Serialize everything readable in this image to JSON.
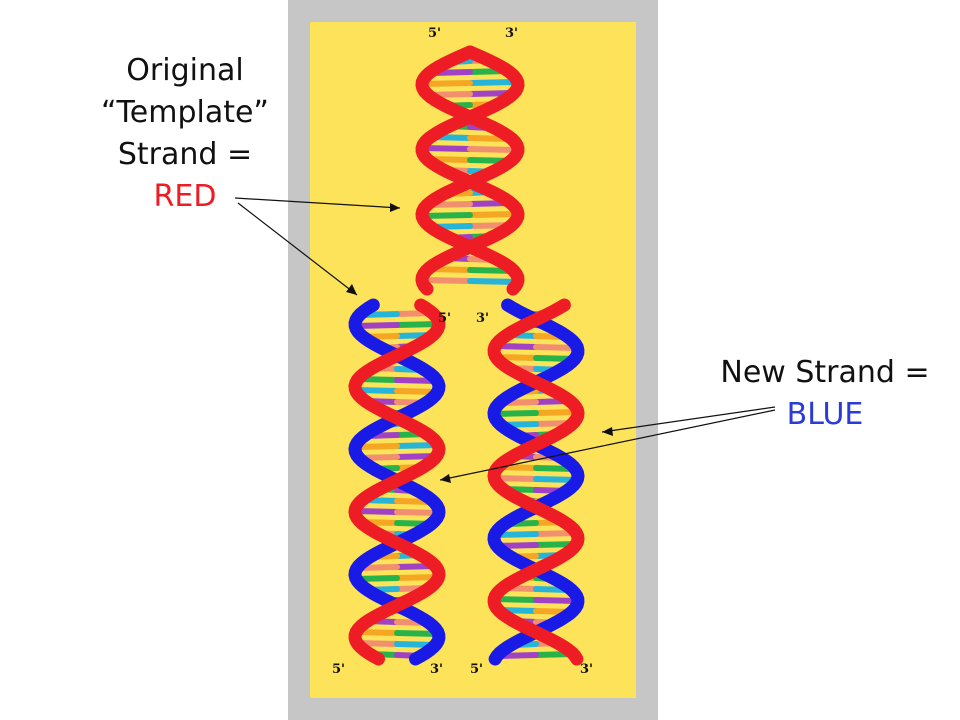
{
  "labels": {
    "original_line1": "Original",
    "original_line2": "“Template”",
    "original_line3": "Strand =",
    "original_color_word": "RED",
    "new_line1": "New Strand =",
    "new_color_word": "BLUE"
  },
  "strand_ends": {
    "top_left": "5'",
    "top_right": "3'",
    "fork_left": "5'",
    "fork_right": "3'",
    "bottom_1": "5'",
    "bottom_2": "3'",
    "bottom_3": "5'",
    "bottom_4": "3'"
  },
  "colors": {
    "original_strand": "#ee1c24",
    "new_strand": "#1a1ae6",
    "panel_bg": "#fce35a",
    "panel_border": "#c6c6c6",
    "base_colors": [
      "#f18f6e",
      "#28b34a",
      "#26b5d8",
      "#a142c5",
      "#f5a623"
    ]
  }
}
